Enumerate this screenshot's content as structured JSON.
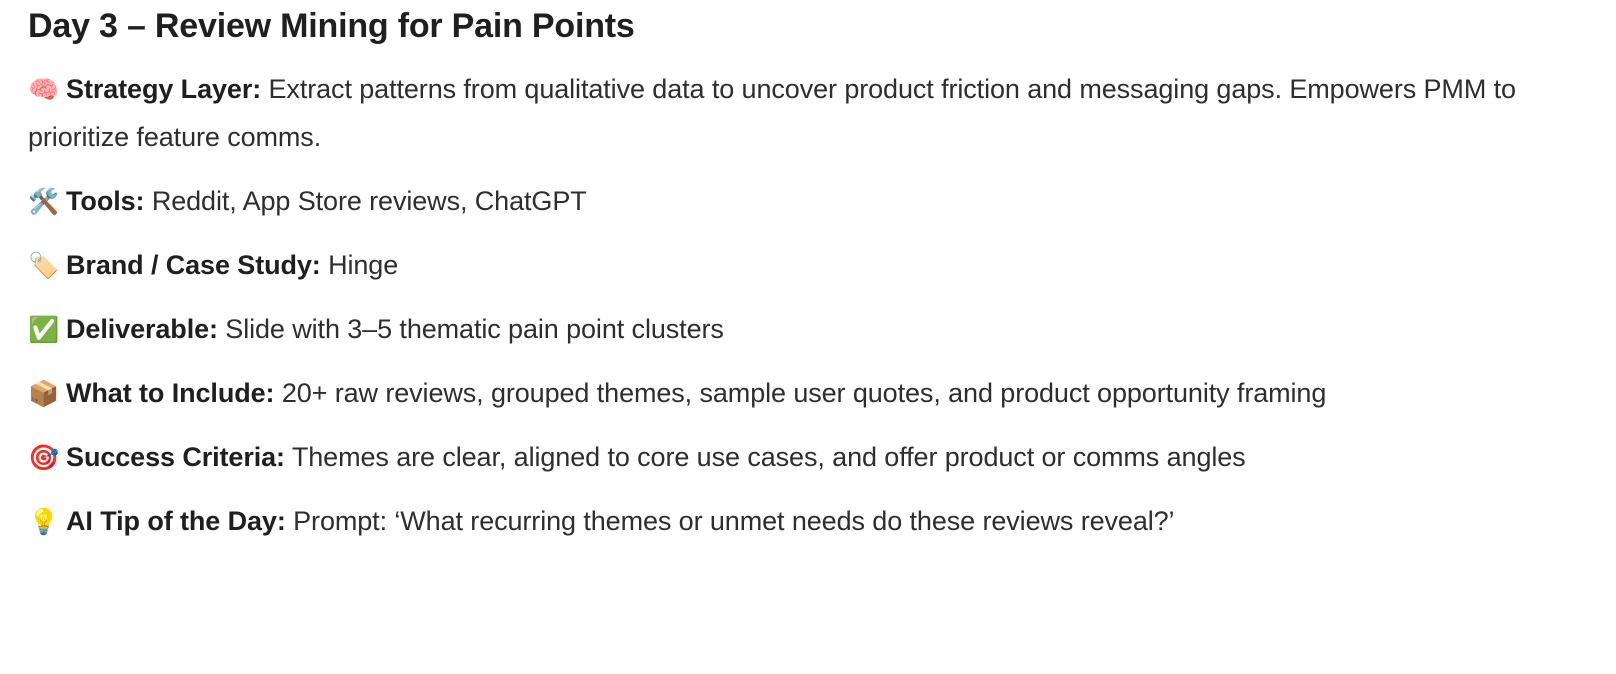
{
  "document": {
    "title": "Day 3 – Review Mining for Pain Points",
    "background_color": "#ffffff",
    "text_color": "#2e2e2e",
    "heading_color": "#1f1f1f",
    "blocks": [
      {
        "icon": "brain-emoji",
        "emoji": "🧠",
        "label": "Strategy Layer:",
        "text": " Extract patterns from qualitative data to uncover product friction and messaging gaps. Empowers PMM to prioritize feature comms."
      },
      {
        "icon": "hammer-and-wrench-emoji",
        "emoji": "🛠️",
        "label": "Tools:",
        "text": " Reddit, App Store reviews, ChatGPT"
      },
      {
        "icon": "label-tag-emoji",
        "emoji": "🏷️",
        "label": "Brand / Case Study:",
        "text": " Hinge"
      },
      {
        "icon": "check-mark-button-emoji",
        "emoji": "✅",
        "label": "Deliverable:",
        "text": " Slide with 3–5 thematic pain point clusters"
      },
      {
        "icon": "package-emoji",
        "emoji": "📦",
        "label": "What to Include:",
        "text": " 20+ raw reviews, grouped themes, sample user quotes, and product opportunity framing"
      },
      {
        "icon": "bullseye-dart-emoji",
        "emoji": "🎯",
        "label": "Success Criteria:",
        "text": " Themes are clear, aligned to core use cases, and offer product or comms angles"
      },
      {
        "icon": "light-bulb-emoji",
        "emoji": "💡",
        "label": "AI Tip of the Day:",
        "text": " Prompt: ‘What recurring themes or unmet needs do these reviews reveal?’"
      }
    ]
  }
}
